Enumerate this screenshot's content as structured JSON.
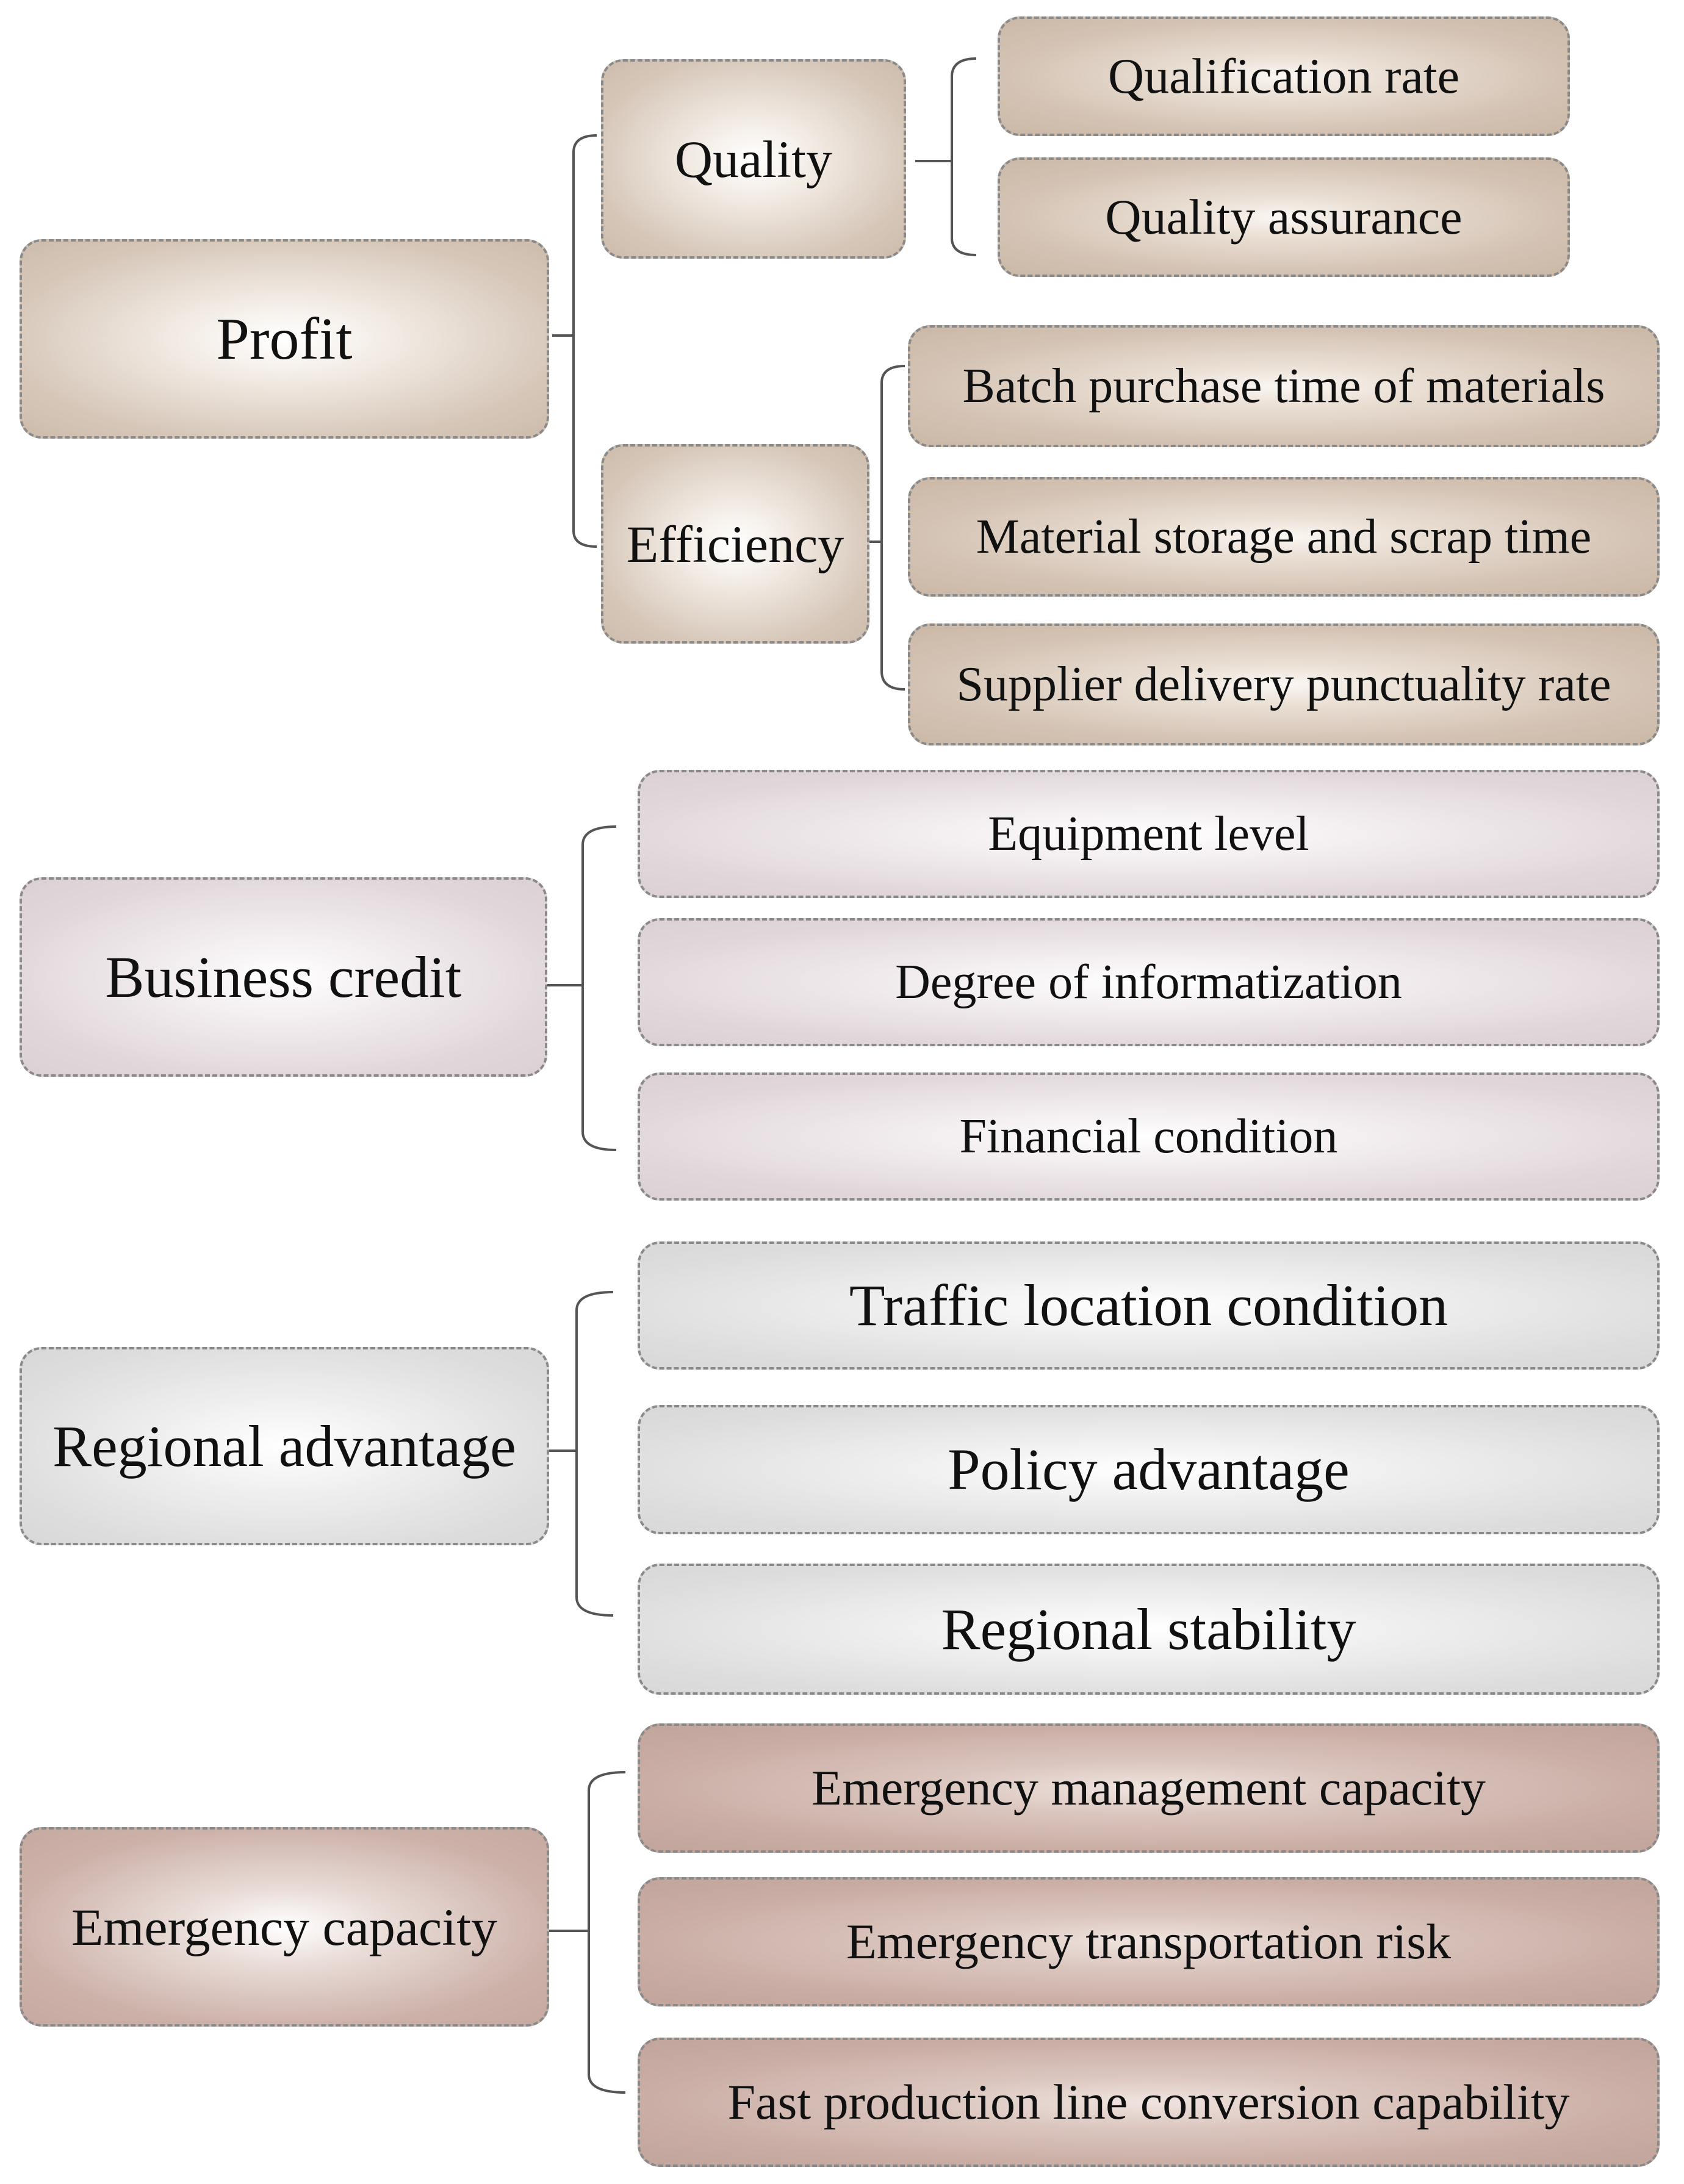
{
  "groups": [
    {
      "root": "Profit",
      "subs": [
        {
          "label": "Quality",
          "children": [
            "Qualification rate",
            "Quality assurance"
          ]
        },
        {
          "label": "Efficiency",
          "children": [
            "Batch purchase time of materials",
            "Material storage and scrap time",
            "Supplier delivery punctuality rate"
          ]
        }
      ]
    },
    {
      "root": "Business credit",
      "children": [
        "Equipment level",
        "Degree of informatization",
        "Financial condition"
      ]
    },
    {
      "root": "Regional advantage",
      "children": [
        "Traffic location condition",
        "Policy advantage",
        "Regional stability"
      ]
    },
    {
      "root": "Emergency capacity",
      "children": [
        "Emergency management capacity",
        "Emergency transportation risk",
        "Fast production line conversion capability"
      ]
    }
  ],
  "colors": {
    "profit": "#d6c7b9",
    "business_credit": "#e1d7da",
    "regional_advantage": "#dedede",
    "emergency_capacity": "#cdb2aa",
    "border": "#8a8a8a",
    "connector": "#555555"
  }
}
